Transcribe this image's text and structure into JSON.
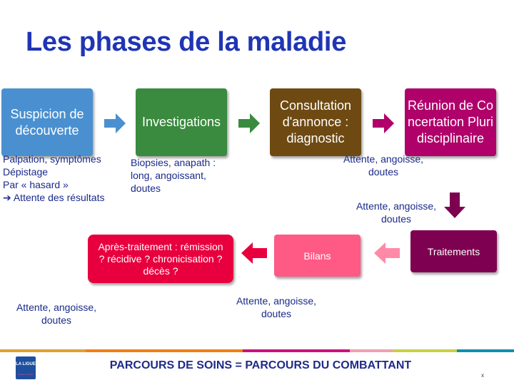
{
  "title": "Les phases de la maladie",
  "steps": [
    {
      "label": "Suspicion de découverte",
      "color": "#4a90d0"
    },
    {
      "label": "Investigations",
      "color": "#3a8a3f"
    },
    {
      "label": "Consultation d'annonce : diagnostic",
      "color": "#6e4a12"
    },
    {
      "label": "Réunion de Concertation Pluridisciplinaire",
      "color": "#b0006a"
    },
    {
      "label": "Traitements",
      "color": "#7e0050"
    },
    {
      "label": "Bilans",
      "color": "#ff5a86"
    },
    {
      "label": "Après-traitement : rémission ? récidive ? chronicisation ? décès ?",
      "color": "#e8003e"
    }
  ],
  "notes": {
    "suspicion": [
      "Palpation, symptômes",
      "Dépistage",
      "Par « hasard »",
      "➔ Attente des résultats"
    ],
    "investigations": "Biopsies, anapath : long, angoissant, doutes",
    "annonce": "Attente, angoisse, doutes",
    "rcp": "Attente, angoisse, doutes",
    "bilans": "Attente, angoisse, doutes",
    "apres": "Attente, angoisse, doutes"
  },
  "arrow_colors": [
    "#4a90d0",
    "#3a8a3f",
    "#b0006a",
    "#7e0050",
    "#ff5a86",
    "#e8003e"
  ],
  "footer": {
    "text": "PARCOURS DE SOINS = PARCOURS DU COMBATTANT",
    "logo_text": "LA LIGUE",
    "logo_subtext": "contre le cancer",
    "page_mark": "x",
    "strip_colors": [
      "#e0a030",
      "#f08010",
      "#d0107a",
      "#f0a0b0",
      "#c8d040",
      "#1090b0"
    ]
  },
  "icons": {
    "step_arrow": "right-arrow-icon",
    "down_arrow": "down-arrow-icon",
    "left_arrow": "left-arrow-icon"
  }
}
